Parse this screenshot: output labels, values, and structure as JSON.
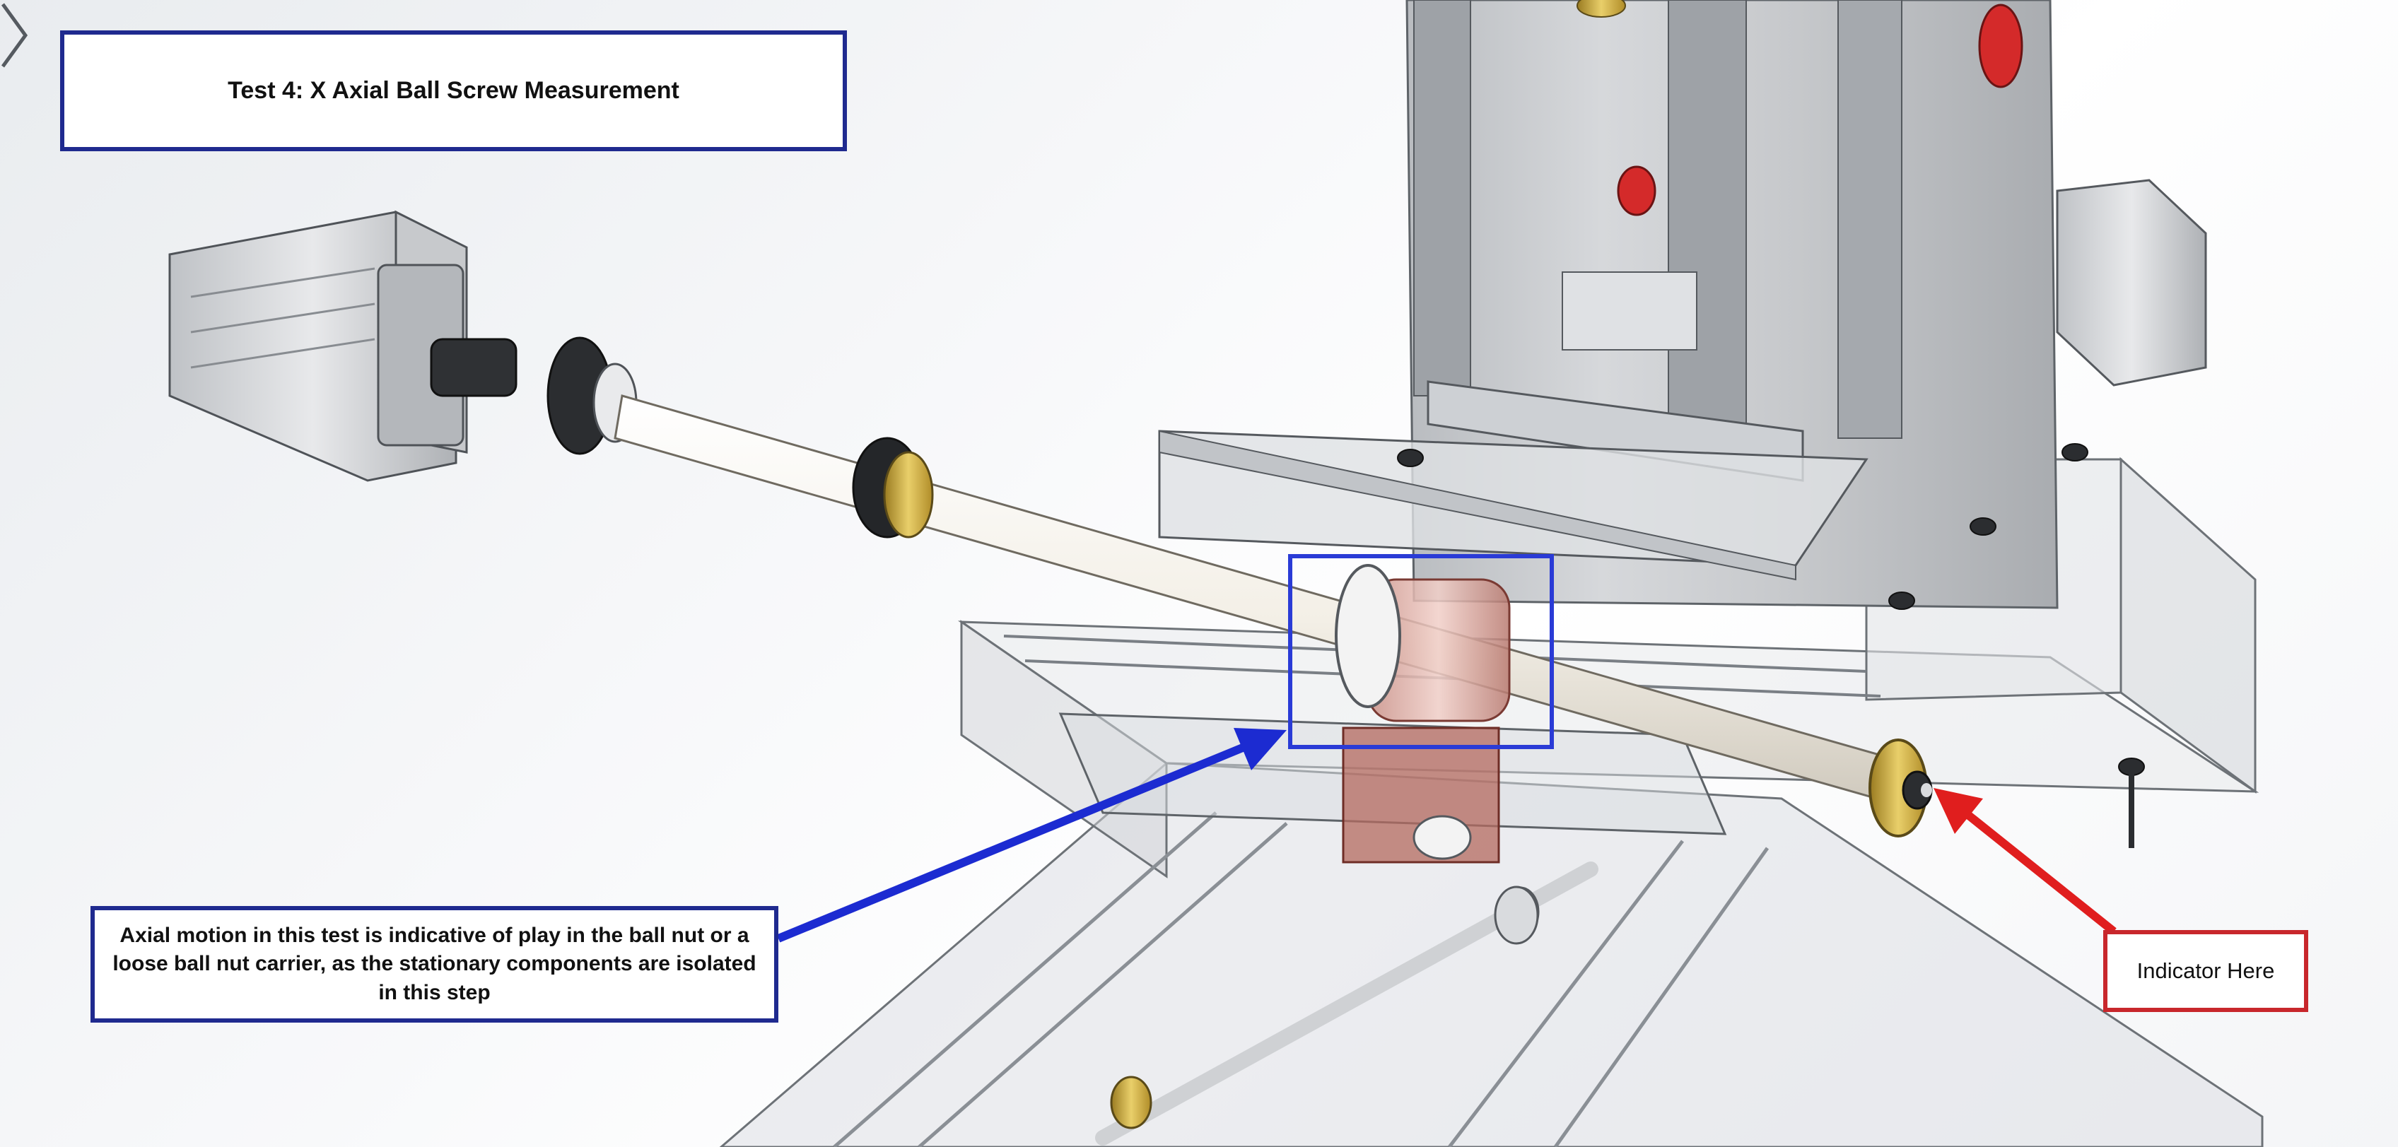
{
  "title": "Test 4:  X Axial Ball Screw Measurement",
  "note": "Axial motion in this test is indicative of play in the ball nut or a loose ball nut carrier, as the stationary components are isolated in this step",
  "indicator_label": "Indicator Here",
  "colors": {
    "callout_border_blue": "#1f2a8f",
    "indicator_border_red": "#c8272c",
    "arrow_blue": "#1c2bd1",
    "arrow_red": "#e01e1e",
    "highlight_box": "#2a3bd6"
  },
  "icons": {
    "next_slide": "chevron-right-icon"
  }
}
